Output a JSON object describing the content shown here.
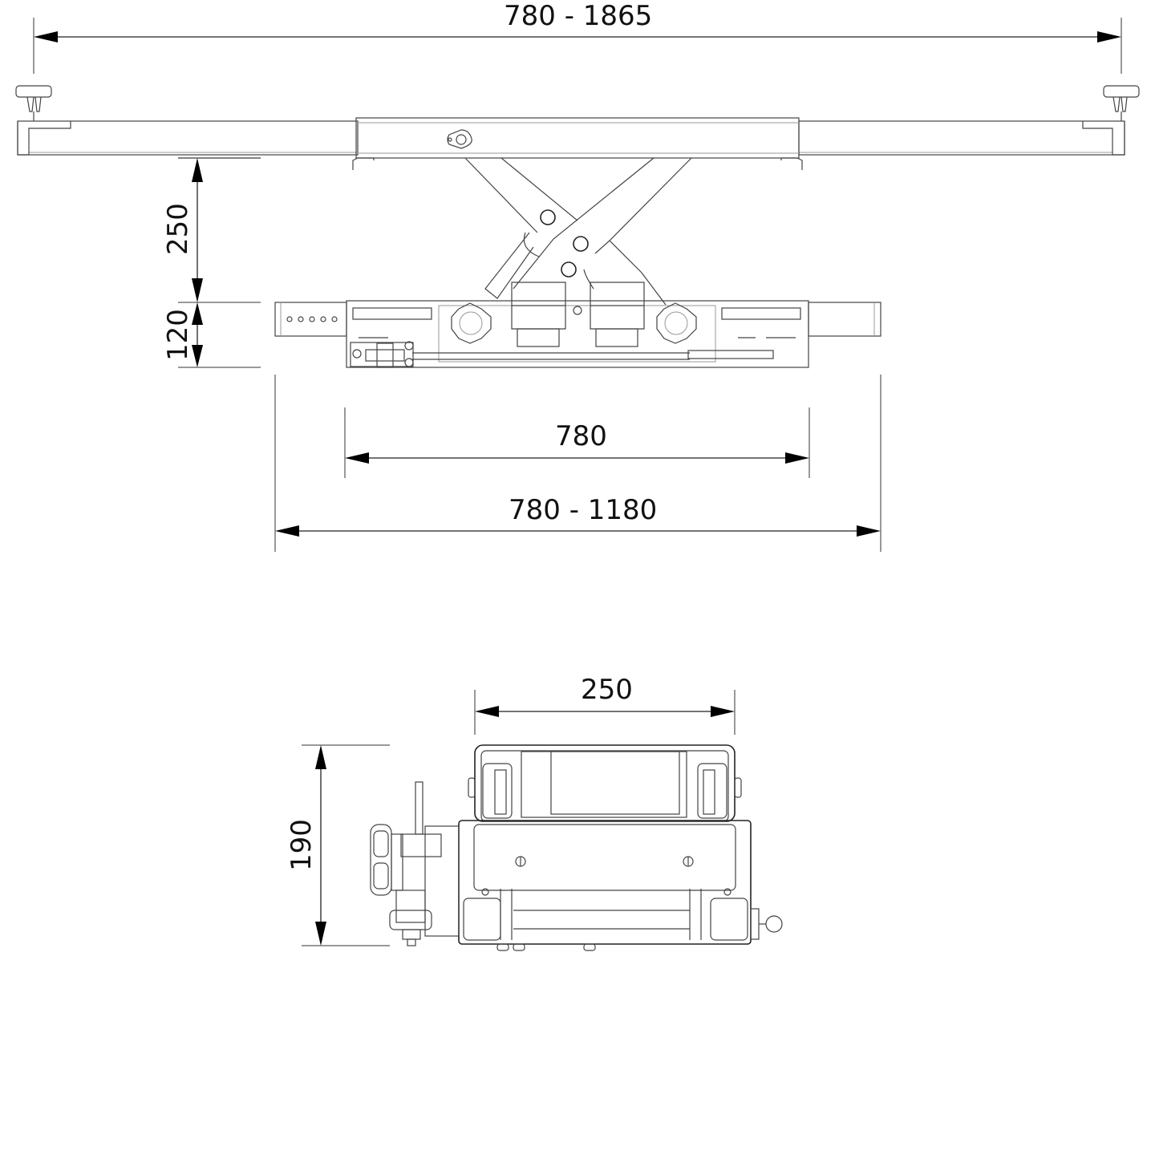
{
  "drawing": {
    "views": [
      {
        "name": "side-view",
        "description": "Scissor jack side elevation with extension arms"
      },
      {
        "name": "end-view",
        "description": "Scissor jack end elevation"
      }
    ]
  },
  "dimensions": {
    "overall_arm_span": "780 - 1865",
    "lift_height": "250",
    "base_height": "120",
    "base_length": "780",
    "base_extended_length": "780 - 1180",
    "end_width": "250",
    "end_height": "190"
  },
  "colors": {
    "line": "#444444",
    "dimension": "#000000",
    "background": "#ffffff"
  }
}
